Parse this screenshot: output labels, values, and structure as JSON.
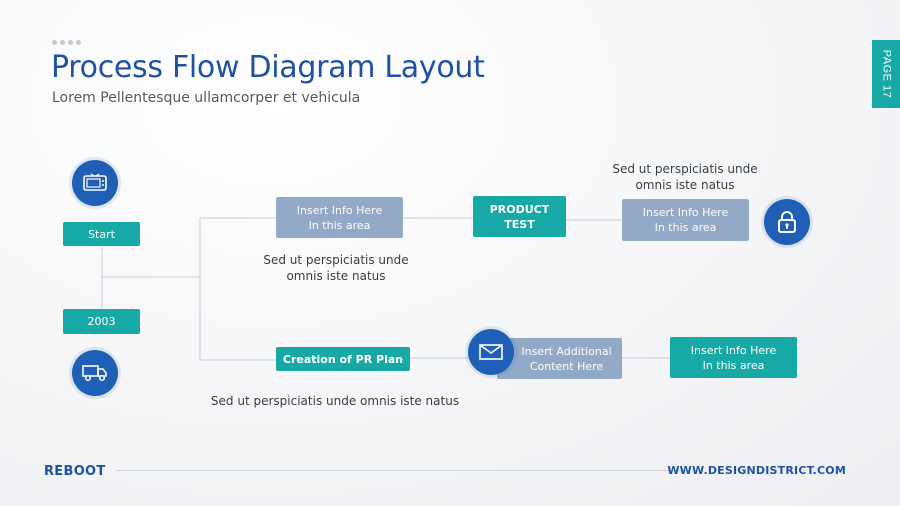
{
  "header": {
    "title": "Process Flow Diagram Layout",
    "subtitle": "Lorem Pellentesque ullamcorper et vehicula",
    "page_tab": "PAGE 17"
  },
  "flow": {
    "start_label": "Start",
    "year_label": "2003",
    "top_box_1": [
      "Insert Info Here",
      "In this area"
    ],
    "top_box_2": [
      "PRODUCT",
      "TEST"
    ],
    "top_box_3": [
      "Insert Info Here",
      "In this area"
    ],
    "bottom_box_1": "Creation of PR Plan",
    "bottom_box_2": [
      "Insert Additional",
      "Content Here"
    ],
    "bottom_box_3": [
      "Insert Info Here",
      "In this area"
    ],
    "note_top_left": [
      "Sed ut perspiciatis unde",
      "omnis iste natus"
    ],
    "note_top_right": [
      "Sed ut perspiciatis unde",
      "omnis iste natus"
    ],
    "note_bottom": "Sed ut perspiciatis unde omnis iste natus",
    "icons": [
      "tv-icon",
      "truck-icon",
      "lock-icon",
      "mail-icon"
    ]
  },
  "footer": {
    "brand": "REBOOT",
    "website": "WWW.DESIGNDISTRICT.COM"
  },
  "colors": {
    "title_blue": "#1f52a3",
    "icon_blue": "#1f5fb5",
    "teal": "#17a9a6",
    "grey_blue": "#92a9c8"
  }
}
